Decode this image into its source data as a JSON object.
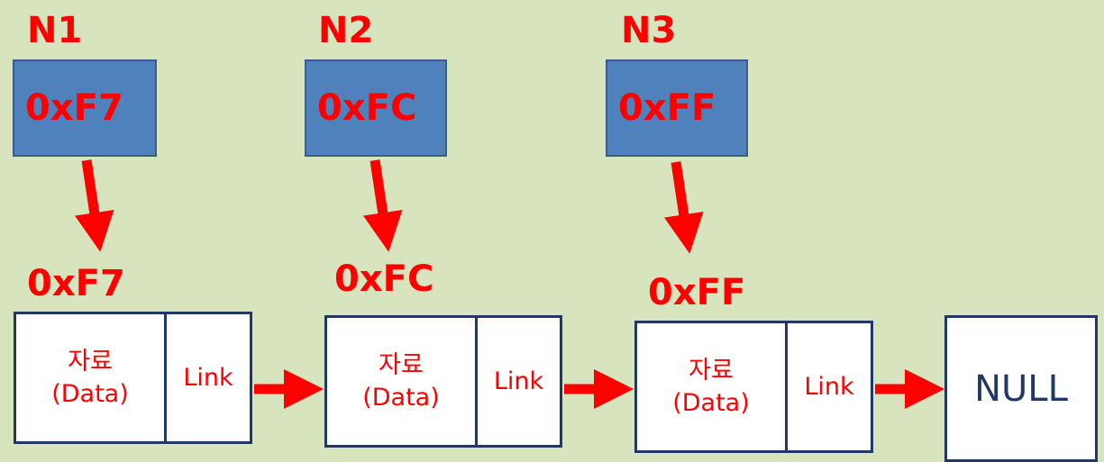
{
  "pointers": [
    {
      "label": "N1",
      "value": "0xF7"
    },
    {
      "label": "N2",
      "value": "0xFC"
    },
    {
      "label": "N3",
      "value": "0xFF"
    }
  ],
  "nodes": [
    {
      "address": "0xF7",
      "data_line1": "자료",
      "data_line2": "(Data)",
      "link": "Link"
    },
    {
      "address": "0xFC",
      "data_line1": "자료",
      "data_line2": "(Data)",
      "link": "Link"
    },
    {
      "address": "0xFF",
      "data_line1": "자료",
      "data_line2": "(Data)",
      "link": "Link"
    }
  ],
  "terminator": "NULL",
  "colors": {
    "background": "#d7e4bd",
    "pointer_fill": "#4f81bd",
    "text_red": "#ff0000",
    "node_border": "#1f3864",
    "arrow": "#ff0000"
  }
}
